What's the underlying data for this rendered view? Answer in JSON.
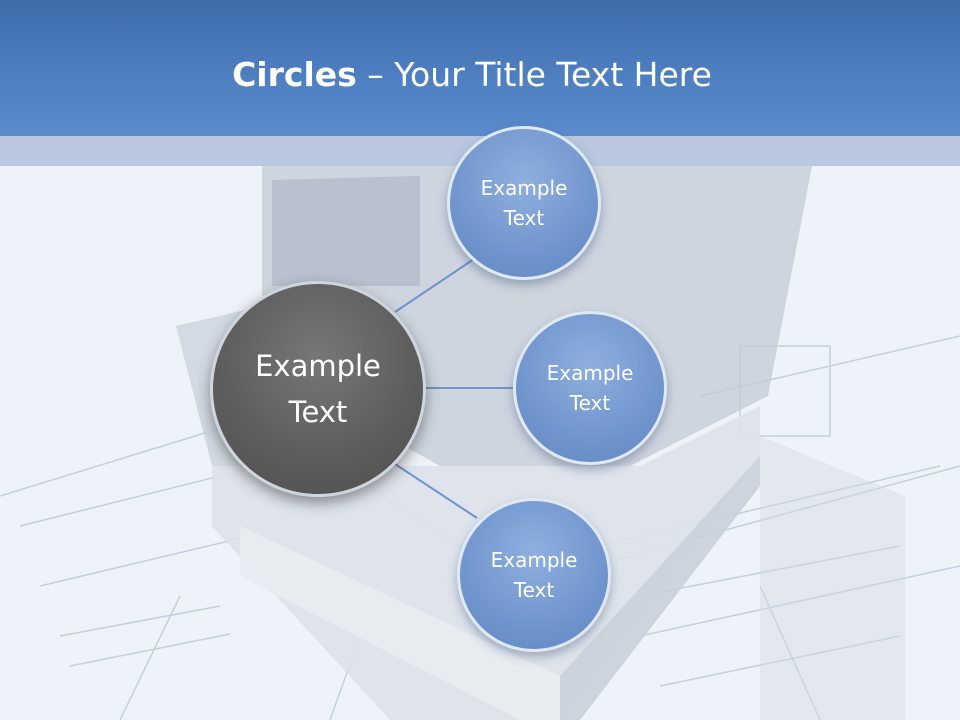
{
  "slide": {
    "title_bold": "Circles",
    "title_rest": " – Your Title Text Here"
  },
  "diagram": {
    "center_label": "Example\nText",
    "branches": [
      {
        "label": "Example\nText"
      },
      {
        "label": "Example\nText"
      },
      {
        "label": "Example\nText"
      }
    ]
  },
  "colors": {
    "header": "#4f80c2",
    "branch_circle": "#7397cf",
    "center_circle": "#5e5e5e",
    "connector": "#6f93cc"
  }
}
